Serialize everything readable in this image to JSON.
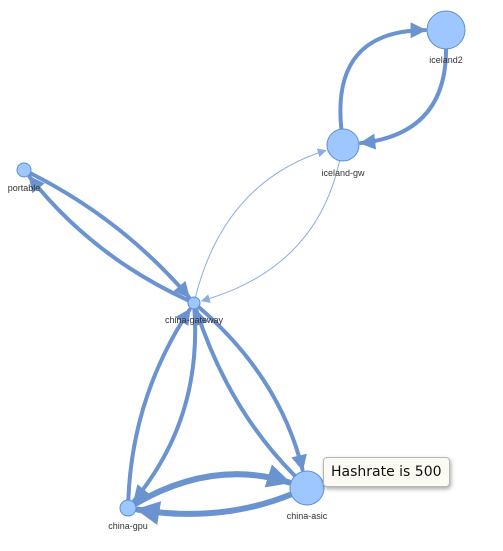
{
  "colors": {
    "node_fill": "#9ec6ff",
    "node_stroke": "#5b8fd6",
    "edge": "#6a93d0"
  },
  "nodes": [
    {
      "id": "iceland2",
      "label": "iceland2"
    },
    {
      "id": "iceland-gw",
      "label": "iceland-gw"
    },
    {
      "id": "portable",
      "label": "portable"
    },
    {
      "id": "china-gateway",
      "label": "china-gateway"
    },
    {
      "id": "china-gpu",
      "label": "china-gpu"
    },
    {
      "id": "china-asic",
      "label": "china-asic"
    }
  ],
  "edges": [
    {
      "from": "iceland-gw",
      "to": "iceland2"
    },
    {
      "from": "iceland2",
      "to": "iceland-gw"
    },
    {
      "from": "china-gateway",
      "to": "iceland-gw"
    },
    {
      "from": "iceland-gw",
      "to": "china-gateway"
    },
    {
      "from": "china-gateway",
      "to": "portable"
    },
    {
      "from": "portable",
      "to": "china-gateway"
    },
    {
      "from": "china-gateway",
      "to": "china-gpu"
    },
    {
      "from": "china-gpu",
      "to": "china-gateway"
    },
    {
      "from": "china-gateway",
      "to": "china-asic"
    },
    {
      "from": "china-asic",
      "to": "china-gateway"
    },
    {
      "from": "china-gpu",
      "to": "china-asic"
    },
    {
      "from": "china-asic",
      "to": "china-gpu"
    }
  ],
  "tooltip": {
    "text": "Hashrate is 500"
  }
}
